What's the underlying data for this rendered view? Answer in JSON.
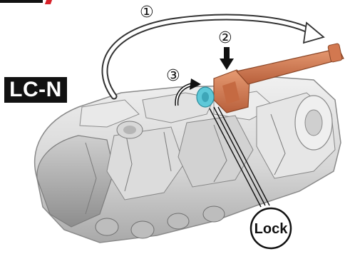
{
  "model_label": "LC-N",
  "steps": [
    {
      "number": "①",
      "action": "rotate-arrow"
    },
    {
      "number": "②",
      "action": "push-down-arrow"
    },
    {
      "number": "③",
      "action": "attach-arrow"
    }
  ],
  "callout": {
    "text": "Lock"
  },
  "colors": {
    "label_bg": "#111111",
    "accent_red": "#d8222a",
    "part_orange": "#d27850",
    "joint_cyan": "#5ec8d8",
    "model_gray": "#d9d9d9"
  }
}
